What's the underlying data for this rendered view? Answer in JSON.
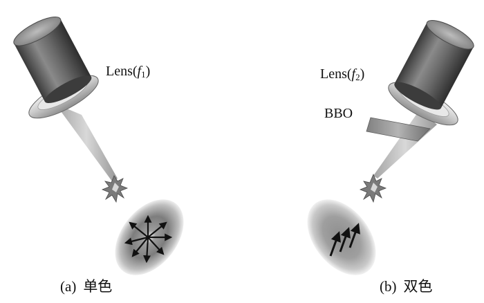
{
  "left_panel": {
    "lens_label_prefix": "Lens(",
    "lens_label_var": "f",
    "lens_label_sub": "1",
    "lens_label_suffix": ")",
    "caption_tag": "(a)",
    "caption_text": "单色"
  },
  "right_panel": {
    "lens_label_prefix": "Lens(",
    "lens_label_var": "f",
    "lens_label_sub": "2",
    "lens_label_suffix": ")",
    "crystal_label": "BBO",
    "caption_tag": "(b)",
    "caption_text": "双色"
  }
}
